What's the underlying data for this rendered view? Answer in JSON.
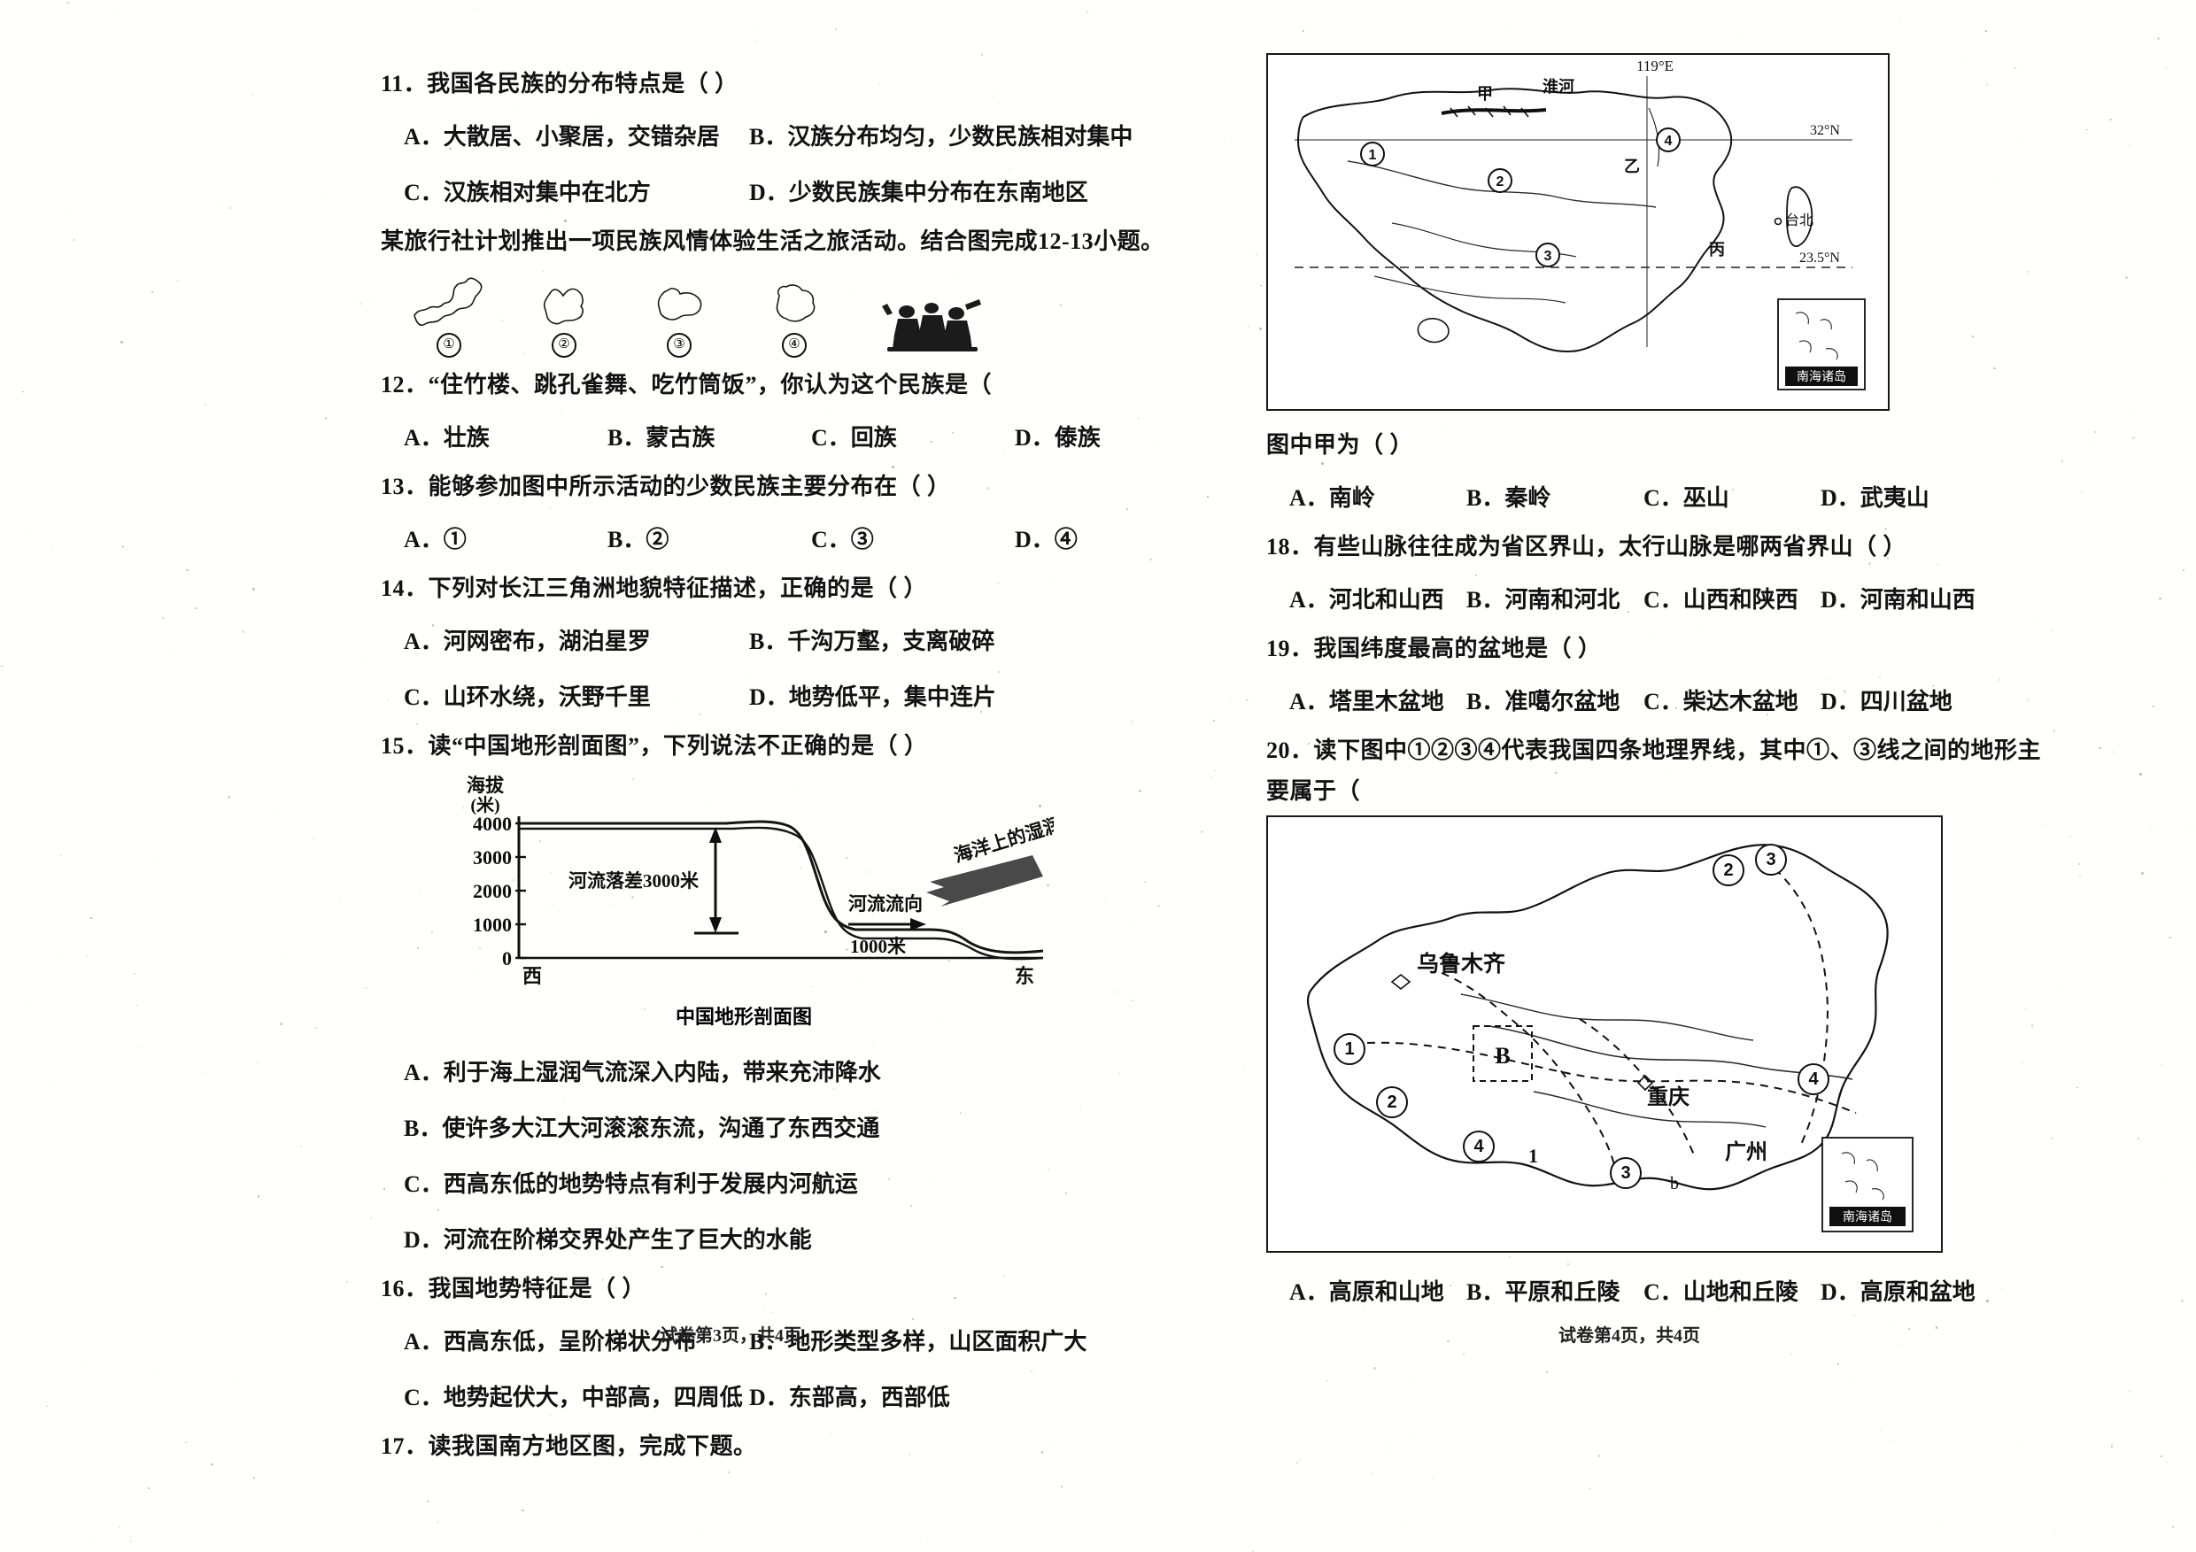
{
  "page": {
    "left_footer": "试卷第3页，共4页",
    "right_footer": "试卷第4页，共4页"
  },
  "left_column": {
    "q11": {
      "stem": "11．我国各民族的分布特点是（      ）",
      "options": [
        "A．大散居、小聚居，交错杂居",
        "B．汉族分布均匀，少数民族相对集中",
        "C．汉族相对集中在北方",
        "D．少数民族集中分布在东南地区"
      ]
    },
    "lead_12_13": "某旅行社计划推出一项民族风情体验生活之旅活动。结合图完成12-13小题。",
    "figure_12": {
      "labels": [
        "①",
        "②",
        "③",
        "④"
      ],
      "caption": ""
    },
    "q12": {
      "stem": "12．“住竹楼、跳孔雀舞、吃竹筒饭”，你认为这个民族是（",
      "options": [
        "A．壮族",
        "B．蒙古族",
        "C．回族",
        "D．傣族"
      ]
    },
    "q13": {
      "stem": "13．能够参加图中所示活动的少数民族主要分布在（       ）",
      "options": [
        "A．①",
        "B．②",
        "C．③",
        "D．④"
      ]
    },
    "q14": {
      "stem": "14．下列对长江三角洲地貌特征描述，正确的是（        ）",
      "options": [
        "A．河网密布，湖泊星罗",
        "B．千沟万壑，支离破碎",
        "C．山环水绕，沃野千里",
        "D．地势低平，集中连片"
      ]
    },
    "q15": {
      "stem": "15．读“中国地形剖面图”，下列说法不正确的是（       ）",
      "options": [
        "A．利于海上湿润气流深入内陆，带来充沛降水",
        "B．使许多大江大河滚滚东流，沟通了东西交通",
        "C．西高东低的地势特点有利于发展内河航运",
        "D．河流在阶梯交界处产生了巨大的水能"
      ]
    },
    "q16": {
      "stem": "16．我国地势特征是（   ）",
      "options": [
        "A．西高东低，呈阶梯状分布",
        "B．地形类型多样，山区面积广大",
        "C．地势起伏大，中部高，四周低",
        "D．东部高，西部低"
      ]
    },
    "q17": {
      "stem": "17．读我国南方地区图，完成下题。"
    }
  },
  "right_column": {
    "map_17": {
      "longitude_label": "119°E",
      "lat_labels": [
        "32°N",
        "23.5°N"
      ],
      "place_labels": [
        "甲",
        "淮河",
        "乙",
        "丙",
        "台北"
      ],
      "circled_numbers": [
        "①",
        "②",
        "③",
        "④"
      ],
      "inset_label": "南海诸岛"
    },
    "q17": {
      "stem": "图中甲为（      ）",
      "options": [
        "A．南岭",
        "B．秦岭",
        "C．巫山",
        "D．武夷山"
      ]
    },
    "q18": {
      "stem": "18．有些山脉往往成为省区界山，太行山脉是哪两省界山（     ）",
      "options": [
        "A．河北和山西",
        "B．河南和河北",
        "C．山西和陕西",
        "D．河南和山西"
      ]
    },
    "q19": {
      "stem": "19．我国纬度最高的盆地是（     ）",
      "options": [
        "A．塔里木盆地",
        "B．准噶尔盆地",
        "C．柴达木盆地",
        "D．四川盆地"
      ]
    },
    "q20": {
      "stem_line1": "20．读下图中①②③④代表我国四条地理界线，其中①、③线之间的地形主",
      "stem_line2": "要属于（",
      "map_labels": [
        "乌鲁木齐",
        "B",
        "重庆",
        "广州",
        "b"
      ],
      "map_circled": [
        "①",
        "②",
        "③",
        "④"
      ],
      "inset_label": "南海诸岛",
      "options": [
        "A．高原和山地",
        "B．平原和丘陵",
        "C．山地和丘陵",
        "D．高原和盆地"
      ]
    }
  },
  "chart_data": {
    "type": "area",
    "title": "中国地形剖面图",
    "ylabel": "海拔",
    "yunit": "(米)",
    "ylim": [
      0,
      4000
    ],
    "yticks": [
      0,
      1000,
      2000,
      3000,
      4000
    ],
    "xlabels": [
      "西",
      "东"
    ],
    "annotations": [
      "河流落差3000米",
      "河流流向",
      "1000米",
      "海洋上的湿润气流"
    ],
    "x": [
      0,
      10,
      20,
      30,
      38,
      44,
      48,
      52,
      56,
      62,
      70,
      78,
      86,
      94,
      100
    ],
    "y": [
      4000,
      4050,
      4080,
      4100,
      4050,
      3600,
      2600,
      1600,
      1100,
      1000,
      1000,
      980,
      700,
      400,
      250
    ],
    "grid": false,
    "legend": "none"
  }
}
